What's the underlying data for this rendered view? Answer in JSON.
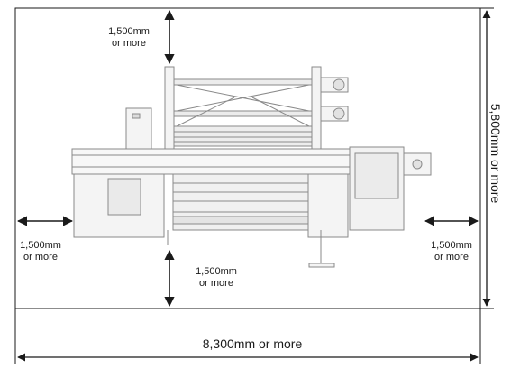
{
  "diagram": {
    "clearance_top": {
      "line1": "1,500mm",
      "line2": "or more"
    },
    "clearance_left": {
      "line1": "1,500mm",
      "line2": "or more"
    },
    "clearance_right": {
      "line1": "1,500mm",
      "line2": "or more"
    },
    "clearance_bottom": {
      "line1": "1,500mm",
      "line2": "or more"
    },
    "total_width": "8,300mm or more",
    "total_depth": "5,800mm or more"
  },
  "colors": {
    "line": "#1a1a1a",
    "machine_stroke": "#8a8a8a",
    "machine_fill": "#f4f4f4"
  }
}
